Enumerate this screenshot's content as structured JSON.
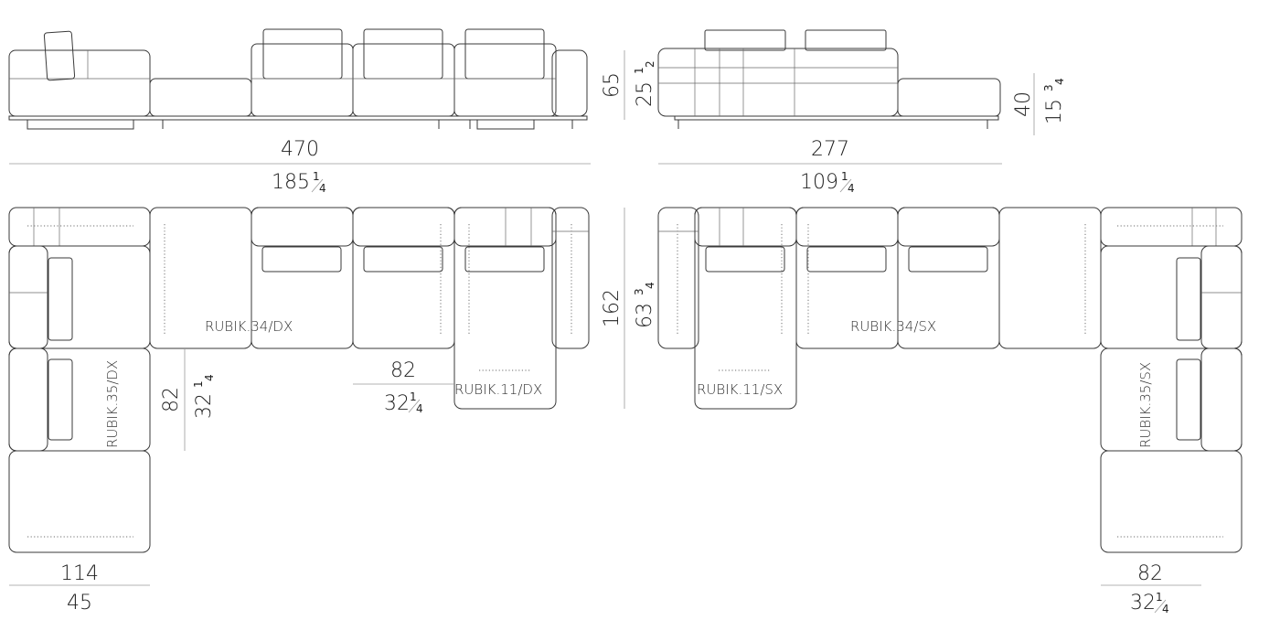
{
  "front_view": {
    "width": {
      "cm": "470",
      "in_whole": "185",
      "in_num": "1",
      "in_den": "4"
    },
    "height_back": {
      "cm": "65",
      "in_whole": "25",
      "in_num": "1",
      "in_den": "2"
    }
  },
  "side_view": {
    "width": {
      "cm": "277",
      "in_whole": "109",
      "in_num": "1",
      "in_den": "4"
    },
    "height_seat": {
      "cm": "40",
      "in_whole": "15",
      "in_num": "3",
      "in_den": "4"
    }
  },
  "plan": {
    "depth": {
      "cm": "162",
      "in_whole": "63",
      "in_num": "3",
      "in_den": "4"
    },
    "module_width_mid": {
      "cm": "82",
      "in_whole": "32",
      "in_num": "1",
      "in_den": "4"
    },
    "module_depth_left": {
      "cm": "82",
      "in_whole": "32",
      "in_num": "1",
      "in_den": "4"
    },
    "bottom_left": {
      "cm": "114",
      "in_whole": "45"
    },
    "bottom_right": {
      "cm": "82",
      "in_whole": "32",
      "in_num": "1",
      "in_den": "4"
    },
    "labels": {
      "rubik_34_dx": "RUBIK.34/DX",
      "rubik_35_dx": "RUBIK.35/DX",
      "rubik_11_dx": "RUBIK.11/DX",
      "rubik_11_sx": "RUBIK.11/SX",
      "rubik_34_sx": "RUBIK.34/SX",
      "rubik_35_sx": "RUBIK.35/SX"
    }
  }
}
